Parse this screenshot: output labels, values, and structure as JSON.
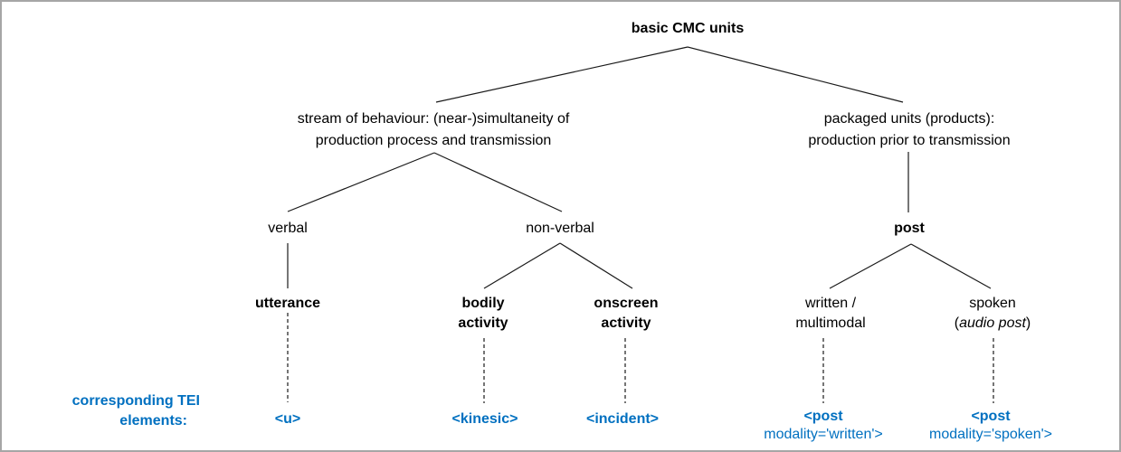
{
  "diagram": {
    "root": {
      "label": "basic CMC units"
    },
    "branches": {
      "stream": {
        "line1": "stream of behaviour: (near-)simultaneity of",
        "line2": "production process and transmission"
      },
      "packaged": {
        "line1": "packaged units (products):",
        "line2": "production prior to transmission"
      }
    },
    "level2": {
      "verbal": "verbal",
      "nonverbal": "non-verbal",
      "post": "post"
    },
    "level3": {
      "utterance": "utterance",
      "bodily": {
        "line1": "bodily",
        "line2": "activity"
      },
      "onscreen": {
        "line1": "onscreen",
        "line2": "activity"
      },
      "written": {
        "line1": "written /",
        "line2": "multimodal"
      },
      "spoken": {
        "line1": "spoken",
        "line2_prefix": "(",
        "line2_italic": "audio post",
        "line2_suffix": ")"
      }
    },
    "tei": {
      "label_line1": "corresponding TEI",
      "label_line2": "elements:",
      "u": "<u>",
      "kinesic": "<kinesic>",
      "incident": "<incident>",
      "post_written": {
        "line1": "<post",
        "line2": "modality='written'>"
      },
      "post_spoken": {
        "line1": "<post",
        "line2": "modality='spoken'>"
      }
    },
    "colors": {
      "tei_blue": "#0070C0",
      "line": "#1a1a1a",
      "border": "#a6a6a6",
      "background": "#ffffff"
    }
  }
}
